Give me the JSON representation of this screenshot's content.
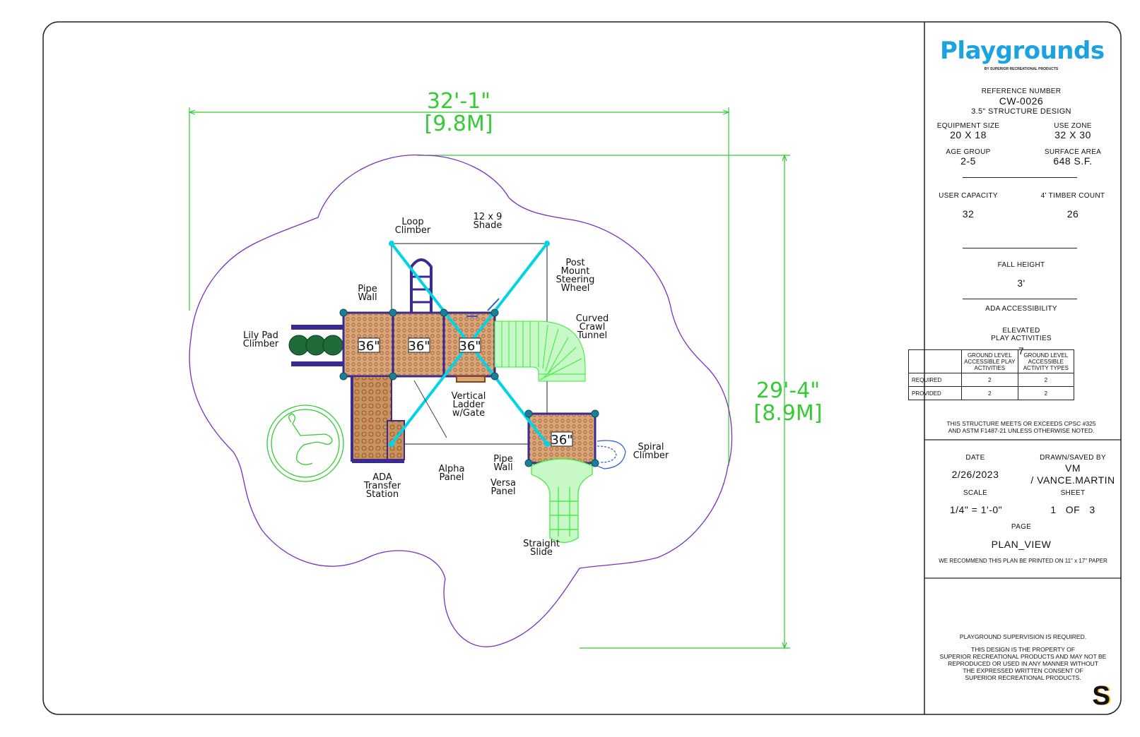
{
  "drawing": {
    "width_dim": "32'-1\"",
    "width_dim_metric": "[9.8M]",
    "height_dim": "29'-4\"",
    "height_dim_metric": "[8.9M]",
    "deck_labels": [
      "36\"",
      "36\"",
      "36\"",
      "36\""
    ],
    "labels": {
      "loop_climber": [
        "Loop",
        "Climber"
      ],
      "shade": [
        "12 x 9",
        "Shade"
      ],
      "post_mount": [
        "Post",
        "Mount",
        "Steering",
        "Wheel"
      ],
      "pipe_wall_top": [
        "Pipe",
        "Wall"
      ],
      "curved_crawl": [
        "Curved",
        "Crawl",
        "Tunnel"
      ],
      "lily_pad": [
        "Lily Pad",
        "Climber"
      ],
      "vertical_ladder": [
        "Vertical",
        "Ladder",
        "w/Gate"
      ],
      "spiral_climber": [
        "Spiral",
        "Climber"
      ],
      "alpha_panel": [
        "Alpha",
        "Panel"
      ],
      "pipe_wall_bottom": [
        "Pipe",
        "Wall"
      ],
      "versa_panel": [
        "Versa",
        "Panel"
      ],
      "ada_transfer": [
        "ADA",
        "Transfer",
        "Station"
      ],
      "straight_slide": [
        "Straight",
        "Slide"
      ]
    },
    "colors": {
      "border": "#222222",
      "dimension": "#33cc33",
      "use_zone": "#7b2fbf",
      "deck": "#d9a87a",
      "frame": "#3b2a8f",
      "shade": "#00d4e8",
      "slide": "#33ee33",
      "climber_green": "#1f6b3a",
      "post": "#1b7f9a"
    }
  },
  "title_block": {
    "logo": "Playgrounds",
    "logo_sub": "BY SUPERIOR RECREATIONAL PRODUCTS",
    "reference_label": "REFERENCE NUMBER",
    "reference_number": "CW-0026",
    "structure_design": "3.5\"  STRUCTURE DESIGN",
    "equipment_size_label": "EQUIPMENT SIZE",
    "equipment_size": "20 X 18",
    "use_zone_label": "USE ZONE",
    "use_zone": "32 X 30",
    "age_group_label": "AGE GROUP",
    "age_group": "2-5",
    "surface_area_label": "SURFACE AREA",
    "surface_area": "648 S.F.",
    "user_capacity_label": "USER CAPACITY",
    "user_capacity": "32",
    "timber_count_label": "4' TIMBER COUNT",
    "timber_count": "26",
    "fall_height_label": "FALL HEIGHT",
    "fall_height": "3'",
    "ada_label": "ADA ACCESSIBILITY",
    "elevated_label_1": "ELEVATED",
    "elevated_label_2": "PLAY ACTIVITIES",
    "elevated_value": "7",
    "ada_table": {
      "col1": "GROUND LEVEL ACCESSIBLE PLAY ACTIVITIES",
      "col2": "GROUND LEVEL ACCESSIBLE ACTIVITY TYPES",
      "rows": [
        {
          "label": "REQUIRED",
          "a": "2",
          "b": "2"
        },
        {
          "label": "PROVIDED",
          "a": "2",
          "b": "2"
        }
      ]
    },
    "compliance_1": "THIS STRUCTURE MEETS OR EXCEEDS CPSC #325",
    "compliance_2": "AND ASTM F1487-21 UNLESS OTHERWISE NOTED.",
    "date_label": "DATE",
    "date": "2/26/2023",
    "drawn_label": "DRAWN/SAVED BY",
    "drawn_initials": "VM",
    "drawn_name": "/ VANCE.MARTIN",
    "scale_label": "SCALE",
    "scale": "1/4\" = 1'-0\"",
    "sheet_label": "SHEET",
    "sheet": "1   OF   3",
    "page_label": "PAGE",
    "page": "PLAN_VIEW",
    "print_note": "WE RECOMMEND THIS PLAN BE PRINTED ON 11\" x 17\" PAPER",
    "supervision": "PLAYGROUND SUPERVISION IS REQUIRED.",
    "property_1": "THIS DESIGN IS THE PROPERTY OF",
    "property_2": "SUPERIOR RECREATIONAL PRODUCTS AND MAY NOT BE",
    "property_3": "REPRODUCED OR USED IN ANY MANNER WITHOUT",
    "property_4": "THE EXPRESSED WRITTEN CONSENT OF",
    "property_5": "SUPERIOR RECREATIONAL PRODUCTS.",
    "mark": "S"
  }
}
